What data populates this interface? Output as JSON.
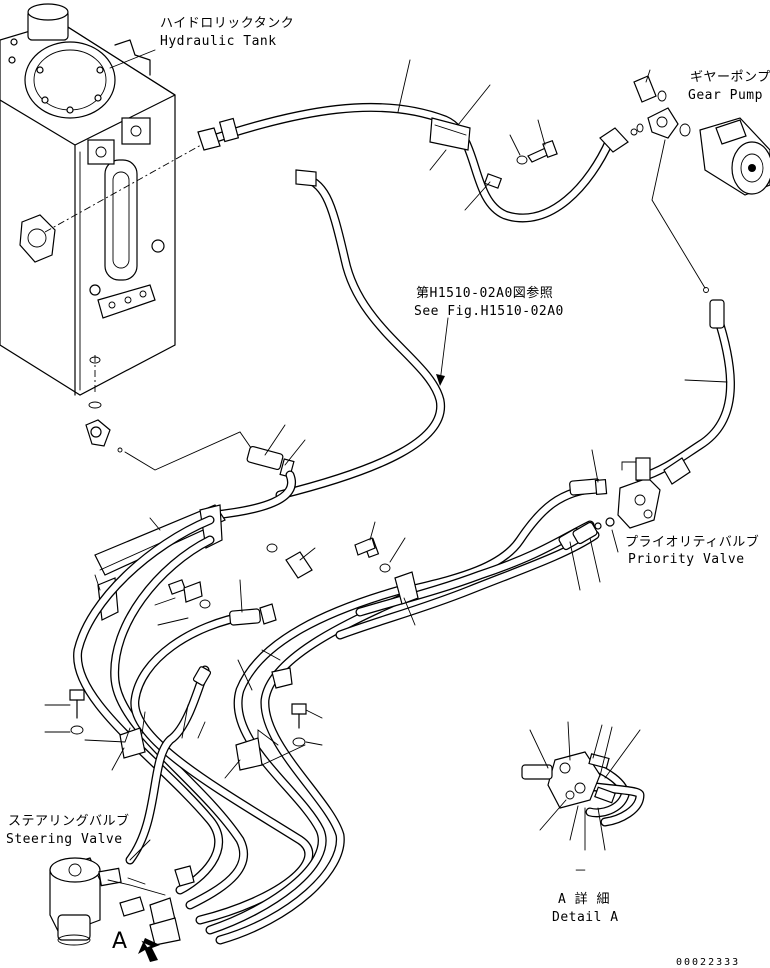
{
  "labels": {
    "hydraulic_tank_jp": "ハイドロリックタンク",
    "hydraulic_tank_en": "Hydraulic Tank",
    "gear_pump_jp": "ギヤーポンプ",
    "gear_pump_en": "Gear Pump",
    "see_fig_jp": "第H1510-02A0図参照",
    "see_fig_en": "See Fig.H1510-02A0",
    "priority_valve_jp": "プライオリティバルブ",
    "priority_valve_en": "Priority Valve",
    "steering_valve_jp": "ステアリングバルブ",
    "steering_valve_en": "Steering Valve",
    "detail_a_jp": "A 詳 細",
    "detail_a_en": "Detail A",
    "detail_a_dash": "－",
    "view_a_letter": "A",
    "drawing_number": "00022333"
  },
  "icons": {
    "view_arrow": "view-direction-arrow-icon"
  }
}
